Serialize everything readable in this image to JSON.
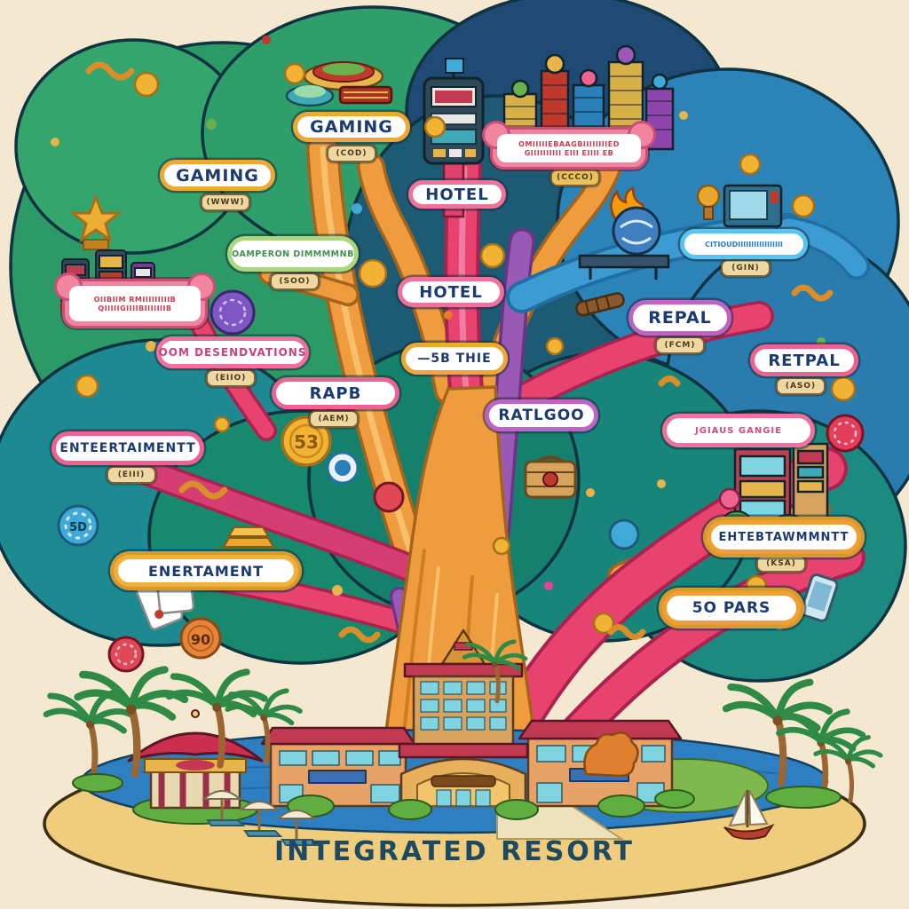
{
  "scene": {
    "caption": "INTEGRATED RESORT",
    "background_color": "#f4e8d0"
  },
  "labels": {
    "gaming_top": "GAMING",
    "gaming_left": "GAMING",
    "hotel_top": "HOTEL",
    "hotel_mid": "HOTEL",
    "sb_thie": "—5B THIE",
    "ratlgoo": "RATLGOO",
    "rapb": "RAPB",
    "repal": "REPAL",
    "retpal": "RETPAL",
    "room_reservations": "OOM DESENDVATIONS",
    "entertainment_left": "ENTEERTAIMENTT",
    "entertainment_lower_left": "ENERTAMENT",
    "entertainment_right": "EHTEBTAWMMNTT",
    "so_pars": "5O PARS",
    "casino_dining": "OAMPERON DIMMMMNB",
    "blue_branch": "CITIOUDIIIIIIIIIIIIIIIII",
    "bonus_pill": "JGIAUS GANGIE",
    "banner_left_line1": "OIIBIIM RMIIIIIIIIIB",
    "banner_left_line2": "QIIIIIGIIIIBIIIIIIIB",
    "banner_top_line1": "OMIIIIIEBAAGBIIIIIIIIED",
    "banner_top_line2": "GIIIIIIIIII EIII EIIII EB"
  },
  "tags": {
    "gaming_top_tag": "(COD)",
    "gaming_left_tag": "(WWW)",
    "banner_top_tag": "(CCCO)",
    "casino_dining_tag": "(SOO)",
    "room_reservations_tag": "(EIIO)",
    "rapb_tag": "(AEM)",
    "repal_tag": "(FCM)",
    "blue_branch_tag": "(GIN)",
    "retpal_tag": "(ASO)",
    "entertainment_left_tag": "(EIII)",
    "entertainment_right_tag": "(KSA)"
  },
  "coins": {
    "gold_53": "53",
    "orange_90": "90",
    "blue_chip": "5D"
  },
  "colors": {
    "pill_yellow": "#f0a832",
    "pill_pink": "#f2709c",
    "pill_green": "#a8d879",
    "pill_purple": "#bf63c6",
    "pill_blue": "#57c4f2",
    "pill_orange": "#f0a030",
    "text_navy": "#1c3a72",
    "canopy_green": "#2c9a66",
    "canopy_navy": "#1f4a74",
    "canopy_blue": "#2b83b8",
    "canopy_teal": "#1b8a80",
    "trunk_orange": "#ef9c3e",
    "branch_pink": "#e8436f",
    "branch_purple": "#9b59b6",
    "branch_blue": "#3d9bd4",
    "island_sand": "#f0cd7c",
    "sea_blue": "#2e7fc2",
    "roof_red": "#c23a52"
  }
}
